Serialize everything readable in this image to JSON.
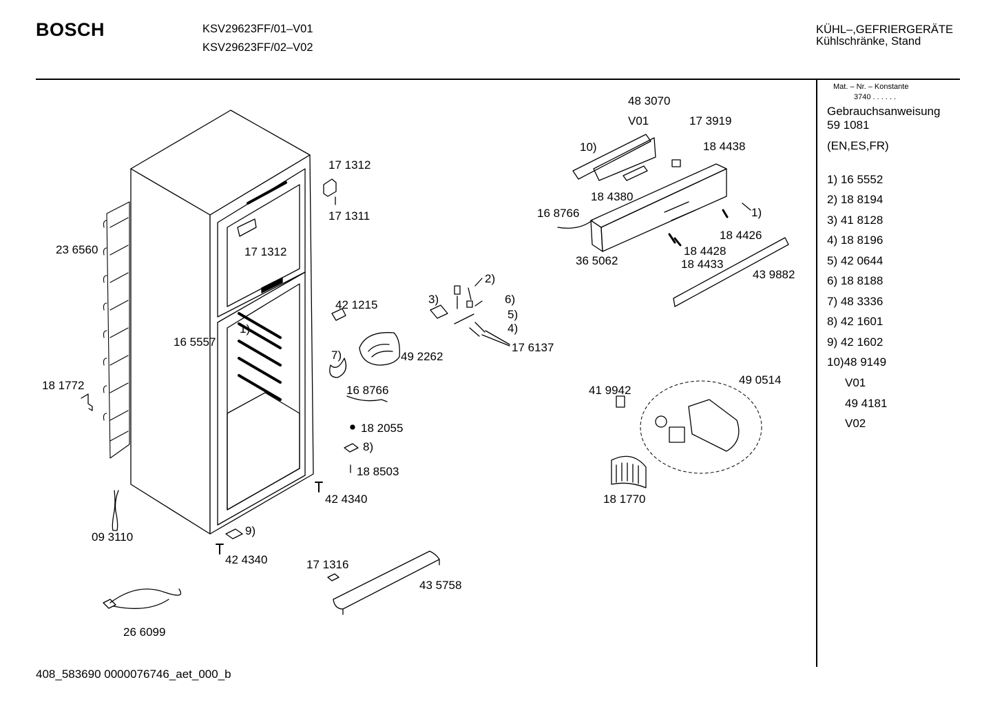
{
  "header": {
    "brand": "BOSCH",
    "model_lines": [
      "KSV29623FF/01–V01",
      "KSV29623FF/02–V02"
    ],
    "category": "KÜHL–,GEFRIERGERÄTE",
    "subcategory": "Kühlschränke, Stand"
  },
  "sidebar": {
    "mat_label": "Mat. – Nr. – Konstante",
    "constant": "3740 . . . . . .",
    "manual_label": "Gebrauchsanweisung",
    "manual_number": "59 1081",
    "languages": "(EN,ES,FR)",
    "parts": [
      "1) 16 5552",
      "2) 18 8194",
      "3) 41 8128",
      "4) 18 8196",
      "5) 42 0644",
      "6) 18 8188",
      "7) 48 3336",
      "8) 42 1601",
      "9) 42 1602",
      "10)48 9149"
    ],
    "variants": [
      "V01",
      "49 4181",
      "V02"
    ]
  },
  "labels": {
    "l_171312a": "17 1312",
    "l_171311": "17 1311",
    "l_171312b": "17 1312",
    "l_236560": "23 6560",
    "l_165557": "16 5557",
    "l_1": "1)",
    "l_181772": "18 1772",
    "l_093110": "09 3110",
    "l_424340a": "42 4340",
    "l_424340b": "42 4340",
    "l_9": "9)",
    "l_266099": "26 6099",
    "l_171316": "17 1316",
    "l_435758": "43 5758",
    "l_421215": "42 1215",
    "l_3": "3)",
    "l_2": "2)",
    "l_6": "6)",
    "l_5": "5)",
    "l_4": "4)",
    "l_176137": "17 6137",
    "l_7": "7)",
    "l_492262": "49 2262",
    "l_168766a": "16 8766",
    "l_182055": "18 2055",
    "l_8": "8)",
    "l_188503": "18 8503",
    "l_483070": "48 3070",
    "l_v01": "V01",
    "l_173919": "17 3919",
    "l_10": "10)",
    "l_184438": "18 4438",
    "l_184380": "18 4380",
    "l_168766b": "16 8766",
    "l_1b": "1)",
    "l_184426": "18 4426",
    "l_184428": "18 4428",
    "l_184433": "18 4433",
    "l_365062": "36 5062",
    "l_439882": "43 9882",
    "l_419942": "41 9942",
    "l_490514": "49 0514",
    "l_181770": "18 1770"
  },
  "footer": {
    "code": "408_583690 0000076746_aet_000_b"
  }
}
